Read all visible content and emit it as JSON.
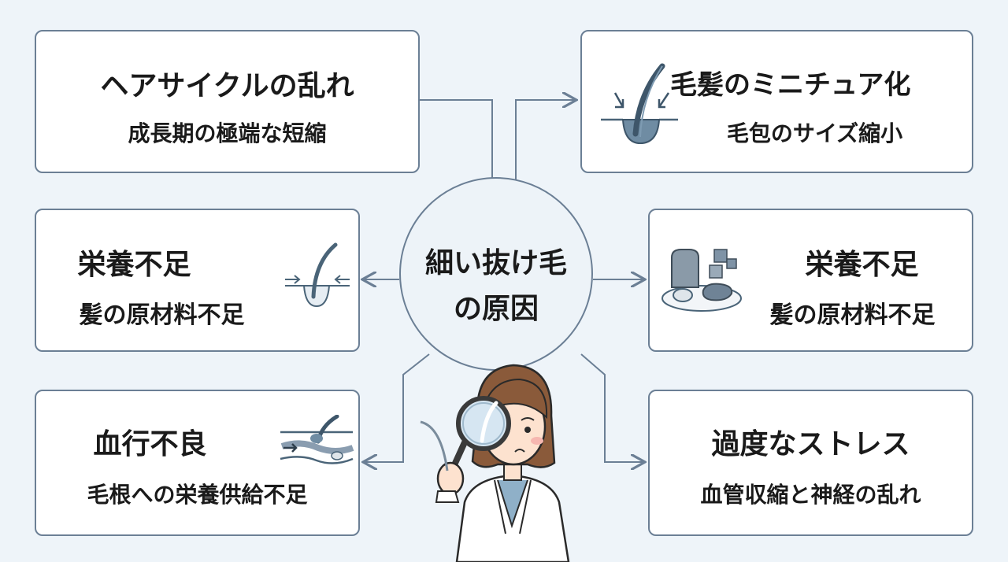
{
  "center": {
    "line1": "細い抜け毛",
    "line2": "の原因"
  },
  "cards": {
    "hair_cycle": {
      "title": "ヘアサイクルの乱れ",
      "sub": "成長期の極端な短縮"
    },
    "miniaturization": {
      "title": "毛髪のミニチュア化",
      "sub": "毛包のサイズ縮小"
    },
    "nutrition_left": {
      "title": "栄養不足",
      "sub": "髪の原材料不足"
    },
    "nutrition_right": {
      "title": "栄養不足",
      "sub": "髪の原材料不足"
    },
    "blood": {
      "title": "血行不良",
      "sub": "毛根への栄養供給不足"
    },
    "stress": {
      "title": "過度なストレス",
      "sub": "血管収縮と神経の乱れ"
    }
  },
  "icons": {
    "miniaturization": "hair-follicle-shrink-icon",
    "nutrition_left": "hair-follicle-icon",
    "nutrition_right": "food-plate-icon",
    "blood": "blood-vessel-icon",
    "character": "scientist-magnifier-icon"
  },
  "colors": {
    "border": "#6b7f95",
    "background": "#eef4f9",
    "card": "#ffffff",
    "text": "#1a1a1a",
    "icon": "#4a6478"
  }
}
